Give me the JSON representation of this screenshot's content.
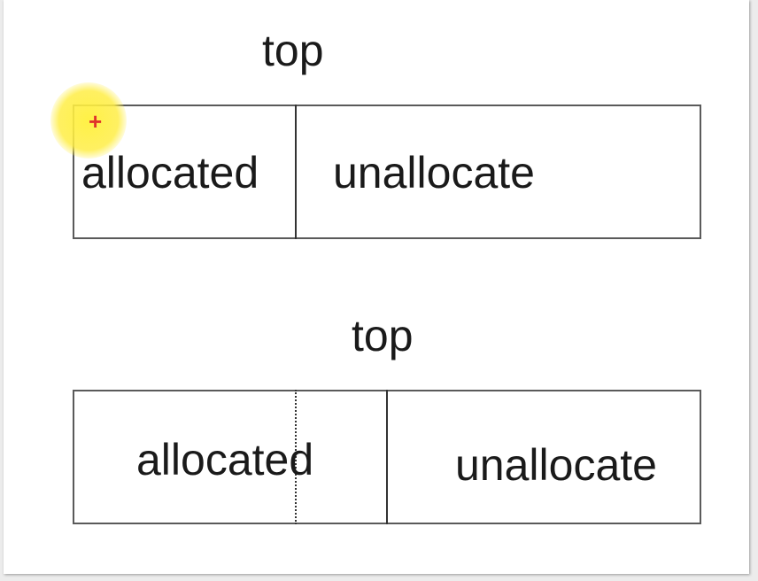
{
  "diagram": {
    "top_section": {
      "title": "top",
      "allocated_label": "allocated",
      "unallocated_label": "unallocate"
    },
    "bottom_section": {
      "title": "top",
      "allocated_label": "allocated",
      "unallocated_label": "unallocate"
    }
  },
  "cursor": {
    "icon": "crosshair-icon",
    "glyph": "+",
    "color": "#e0342b",
    "highlight_color": "#fff03c"
  }
}
